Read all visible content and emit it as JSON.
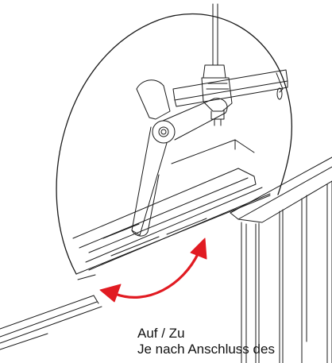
{
  "figure": {
    "detail_view": "circular-cutaway",
    "arrow_color": "#e11b22",
    "line_color": "#1a1a1a"
  },
  "caption": {
    "line1": "Auf / Zu",
    "line2": "Je nach Anschluss des"
  }
}
